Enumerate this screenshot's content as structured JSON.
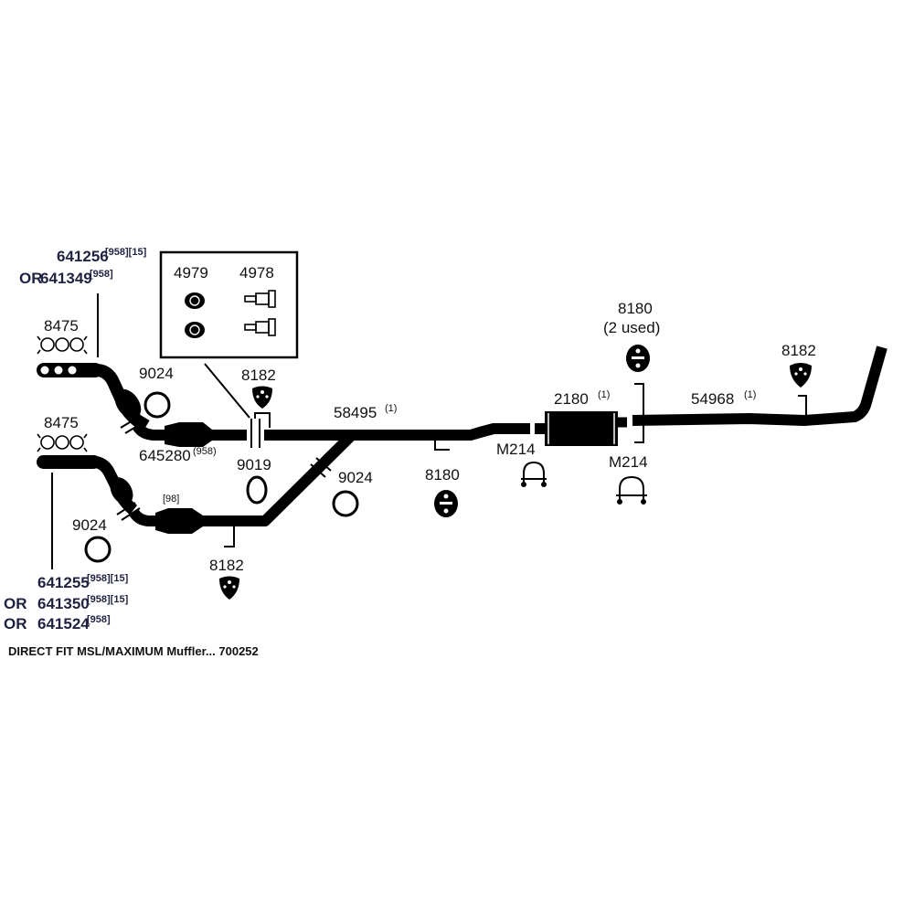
{
  "diagram": {
    "title": "Exhaust System Parts Diagram",
    "colors": {
      "ink": "#000000",
      "navy_text": "#1f2340",
      "background": "#ffffff"
    },
    "upper_manifold": {
      "part": "641256",
      "part_notes": "[958][15]",
      "alt_prefix": "OR",
      "alt_part": "641349",
      "alt_notes": "[958]"
    },
    "lower_manifold": {
      "part": "641255",
      "part_notes": "[958][15]",
      "alt1_prefix": "OR",
      "alt1_part": "641350",
      "alt1_notes": "[958][15]",
      "alt2_prefix": "OR",
      "alt2_part": "641524",
      "alt2_notes": "[958]"
    },
    "gasket_upper": {
      "part": "8475",
      "icon": "manifold-gasket-icon"
    },
    "gasket_lower": {
      "part": "8475",
      "icon": "manifold-gasket-icon"
    },
    "inset_box": {
      "left_part": "4979",
      "left_icon": "nut-icon",
      "right_part": "4978",
      "right_icon": "bolt-icon"
    },
    "seal_upper": {
      "part": "9024",
      "icon": "ring-gasket-icon"
    },
    "seal_lower": {
      "part": "9024",
      "icon": "ring-gasket-icon"
    },
    "seal_mid": {
      "part": "9024",
      "icon": "ring-gasket-icon"
    },
    "converter_upper": {
      "part": "645280",
      "notes": "(958)"
    },
    "converter_lower": {
      "notes": "[98]"
    },
    "gasket_9019": {
      "part": "9019",
      "icon": "oval-gasket-icon"
    },
    "hanger_8182_a": {
      "part": "8182",
      "icon": "hanger-icon"
    },
    "hanger_8182_b": {
      "part": "8182",
      "icon": "hanger-icon"
    },
    "hanger_8182_c": {
      "part": "8182",
      "icon": "hanger-icon"
    },
    "intermediate_pipe": {
      "part": "58495",
      "notes": "(1)"
    },
    "hanger_8180_a": {
      "part": "8180",
      "icon": "hanger-insulator-icon"
    },
    "hanger_8180_b": {
      "part": "8180",
      "note": "(2 used)",
      "icon": "hanger-insulator-icon"
    },
    "clamp_front": {
      "part": "M214",
      "icon": "u-clamp-icon"
    },
    "clamp_rear": {
      "part": "M214",
      "icon": "u-clamp-icon"
    },
    "muffler": {
      "part": "2180",
      "notes": "(1)"
    },
    "tailpipe": {
      "part": "54968",
      "notes": "(1)"
    },
    "footer": {
      "text": "DIRECT FIT MSL/MAXIMUM Muffler... 700252"
    }
  }
}
